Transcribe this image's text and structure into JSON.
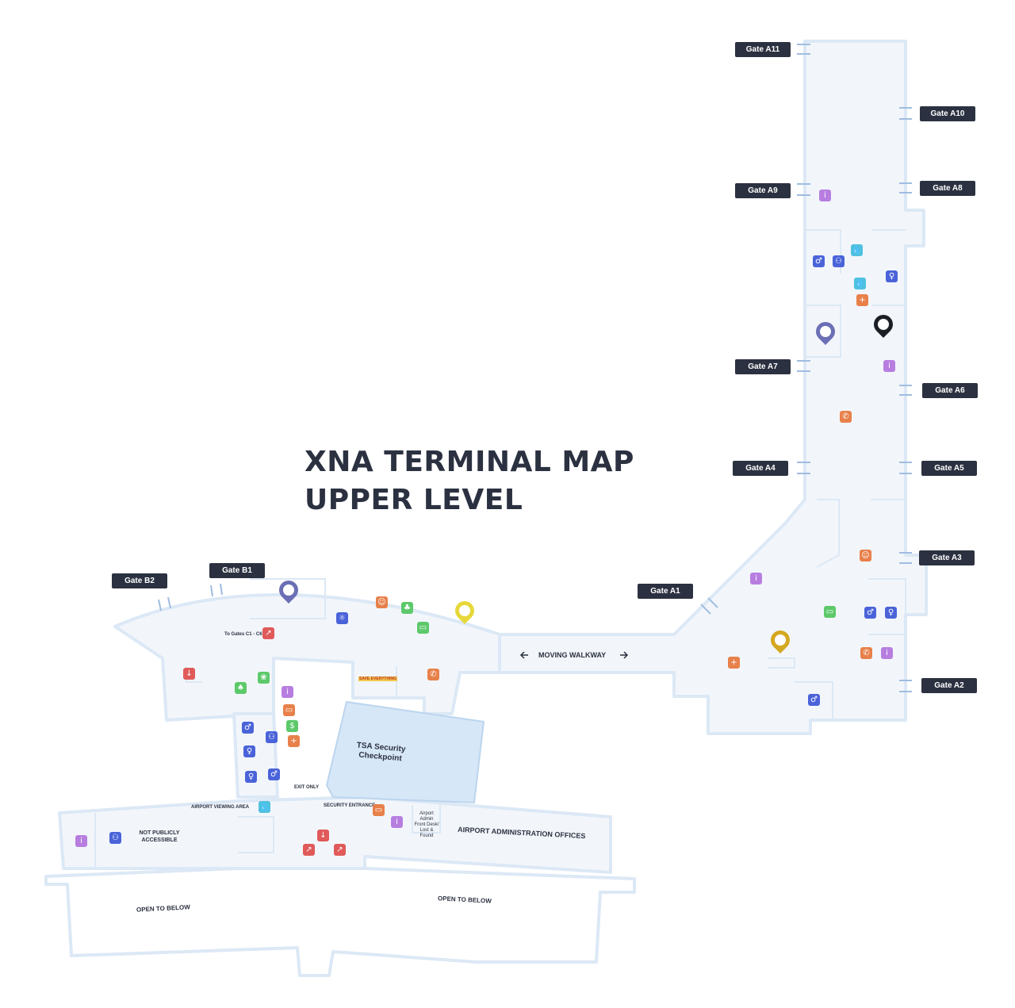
{
  "title": {
    "line1": "XNA TERMINAL MAP",
    "line2": "UPPER LEVEL"
  },
  "gates": [
    {
      "id": "a11",
      "label": "Gate A11"
    },
    {
      "id": "a10",
      "label": "Gate A10"
    },
    {
      "id": "a9",
      "label": "Gate A9"
    },
    {
      "id": "a8",
      "label": "Gate A8"
    },
    {
      "id": "a7",
      "label": "Gate A7"
    },
    {
      "id": "a6",
      "label": "Gate A6"
    },
    {
      "id": "a4",
      "label": "Gate A4"
    },
    {
      "id": "a5",
      "label": "Gate A5"
    },
    {
      "id": "a3",
      "label": "Gate A3"
    },
    {
      "id": "a1",
      "label": "Gate A1"
    },
    {
      "id": "a2",
      "label": "Gate A2"
    },
    {
      "id": "b2",
      "label": "Gate B2"
    },
    {
      "id": "b1",
      "label": "Gate B1"
    }
  ],
  "labels": {
    "moving_walkway": "MOVING WALKWAY",
    "to_gates_c": "To Gates C1 - C6",
    "tsa": "TSA Security Checkpoint",
    "exit_only": "EXIT ONLY",
    "security_entrance": "SECURITY ENTRANCE",
    "airport_viewing_area": "AIRPORT VIEWING AREA",
    "not_publicly_accessible": "NOT PUBLICLY ACCESSIBLE",
    "airport_admin_offices": "AIRPORT ADMINISTRATION OFFICES",
    "airport_admin_small": "Airport Admin Front Desk/ Lost & Found",
    "open_to_below_left": "OPEN TO BELOW",
    "open_to_below_right": "OPEN TO BELOW",
    "shop_sign": "SAVE EVERYTHING"
  },
  "legend_colors": {
    "restroom": "#4a63d9",
    "info": "#b77ee0",
    "water": "#4fc1e0",
    "medical": "#e8804a",
    "pet": "#5dc96b",
    "baggage": "#e05a5a",
    "dark": "#2b3140",
    "floor": "#eef4fb",
    "wall": "#dce8f5",
    "tsa": "#d6e7f7"
  },
  "icons": [
    {
      "name": "info-icon",
      "type": "info",
      "glyph": "i"
    },
    {
      "name": "restroom-men-icon",
      "type": "restroom",
      "glyph": "♂"
    },
    {
      "name": "family-restroom-icon",
      "type": "restroom",
      "glyph": "⚇"
    },
    {
      "name": "water-fountain-icon",
      "type": "water",
      "glyph": "💧"
    },
    {
      "name": "water-fountain-icon",
      "type": "water",
      "glyph": "💧"
    },
    {
      "name": "restroom-women-icon",
      "type": "restroom",
      "glyph": "♀"
    },
    {
      "name": "first-aid-icon",
      "type": "medical",
      "glyph": "+"
    },
    {
      "name": "info-icon",
      "type": "info",
      "glyph": "i"
    },
    {
      "name": "phone-icon",
      "type": "medical",
      "glyph": "✆"
    },
    {
      "name": "lounge-icon",
      "type": "medical",
      "glyph": "☺"
    },
    {
      "name": "info-icon",
      "type": "info",
      "glyph": "i"
    },
    {
      "name": "seating-icon",
      "type": "pet",
      "glyph": "▭"
    },
    {
      "name": "restroom-men-icon",
      "type": "restroom",
      "glyph": "♂"
    },
    {
      "name": "restroom-women-icon",
      "type": "restroom",
      "glyph": "♀"
    },
    {
      "name": "phone-icon",
      "type": "medical",
      "glyph": "✆"
    },
    {
      "name": "info-icon",
      "type": "info",
      "glyph": "i"
    },
    {
      "name": "first-aid-icon",
      "type": "medical",
      "glyph": "+"
    },
    {
      "name": "restroom-icon",
      "type": "restroom",
      "glyph": "♂"
    },
    {
      "name": "nursing-room-icon",
      "type": "restroom",
      "glyph": "☼"
    },
    {
      "name": "lounge-icon",
      "type": "medical",
      "glyph": "☺"
    },
    {
      "name": "kids-play-icon",
      "type": "pet",
      "glyph": "♣"
    },
    {
      "name": "seating-icon",
      "type": "pet",
      "glyph": "▭"
    },
    {
      "name": "escalator-icon",
      "type": "baggage",
      "glyph": "↗"
    },
    {
      "name": "arrow-down-icon",
      "type": "baggage",
      "glyph": "↓"
    },
    {
      "name": "plant-icon",
      "type": "pet",
      "glyph": "♠"
    },
    {
      "name": "pet-relief-icon",
      "type": "pet",
      "glyph": "❀"
    },
    {
      "name": "info-icon",
      "type": "info",
      "glyph": "i"
    },
    {
      "name": "atm-icon",
      "type": "medical",
      "glyph": "▭"
    },
    {
      "name": "money-icon",
      "type": "pet",
      "glyph": "$"
    },
    {
      "name": "first-aid-icon",
      "type": "medical",
      "glyph": "+"
    },
    {
      "name": "phone-icon",
      "type": "medical",
      "glyph": "✆"
    },
    {
      "name": "restroom-men-icon",
      "type": "restroom",
      "glyph": "♂"
    },
    {
      "name": "family-restroom-icon",
      "type": "restroom",
      "glyph": "⚇"
    },
    {
      "name": "restroom-women-icon",
      "type": "restroom",
      "glyph": "♀"
    },
    {
      "name": "restroom-women-icon",
      "type": "restroom",
      "glyph": "♀"
    },
    {
      "name": "restroom-men-icon",
      "type": "restroom",
      "glyph": "♂"
    },
    {
      "name": "water-fountain-icon",
      "type": "water",
      "glyph": "💧"
    },
    {
      "name": "info-icon",
      "type": "info",
      "glyph": "i"
    },
    {
      "name": "family-restroom-icon",
      "type": "restroom",
      "glyph": "⚇"
    },
    {
      "name": "arrow-down-icon",
      "type": "baggage",
      "glyph": "↓"
    },
    {
      "name": "escalator-icon",
      "type": "baggage",
      "glyph": "↗"
    },
    {
      "name": "escalator-icon",
      "type": "baggage",
      "glyph": "↗"
    },
    {
      "name": "atm-icon",
      "type": "medical",
      "glyph": "▭"
    },
    {
      "name": "info-icon",
      "type": "info",
      "glyph": "i"
    }
  ],
  "pins": [
    {
      "name": "nbc-pin-icon",
      "color": "#6b6fb5"
    },
    {
      "name": "restaurant-pin-icon",
      "color": "#1c1f26"
    },
    {
      "name": "food-pin-icon",
      "color": "#d4a820"
    },
    {
      "name": "nbc-pin-icon",
      "color": "#6b6fb5"
    },
    {
      "name": "cafe-pin-icon",
      "color": "#e6d83a"
    }
  ]
}
